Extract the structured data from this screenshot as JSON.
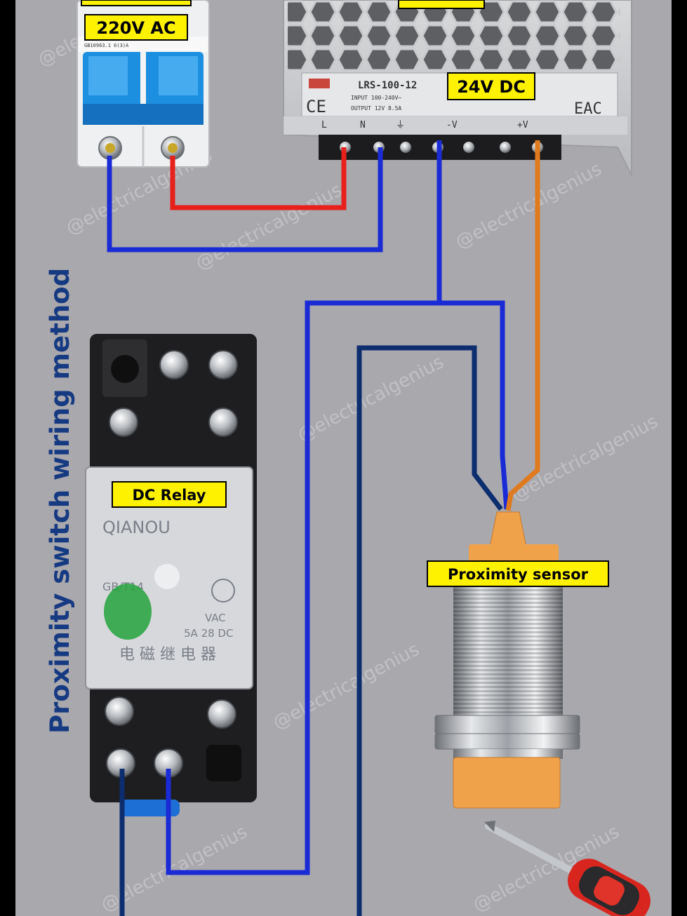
{
  "title": "Proximity switch wiring method",
  "labels": {
    "ac": "220V AC",
    "dc": "24V DC",
    "relay": "DC Relay",
    "sensor": "Proximity sensor"
  },
  "psu": {
    "model": "LRS-100-12",
    "terminals": [
      "L",
      "N",
      "⏚",
      "-V",
      "+V"
    ]
  },
  "relay_print": {
    "brand": "QIANOU",
    "std": "GB/T14",
    "spec1": "VAC",
    "spec2": "5A 28 DC",
    "chinese": "电 磁 继 电 器"
  },
  "watermarks": [
    "@electricalgenius",
    "@electricalgenius",
    "@electricalgenius",
    "@electricalgenius",
    "@electricalgenius",
    "@electricalgenius",
    "@electricalgenius",
    "@electricalgenius",
    "@electricalgenius"
  ],
  "colors": {
    "background": "#a9a8ad",
    "wire_blue": "#1a2bd6",
    "wire_navy": "#0c2d6e",
    "wire_red": "#e8201c",
    "wire_orange": "#e07a1e",
    "label_bg": "#fff200",
    "title": "#163a82",
    "sensor_orange": "#f0a24a",
    "breaker_blue": "#1d8fe0"
  }
}
